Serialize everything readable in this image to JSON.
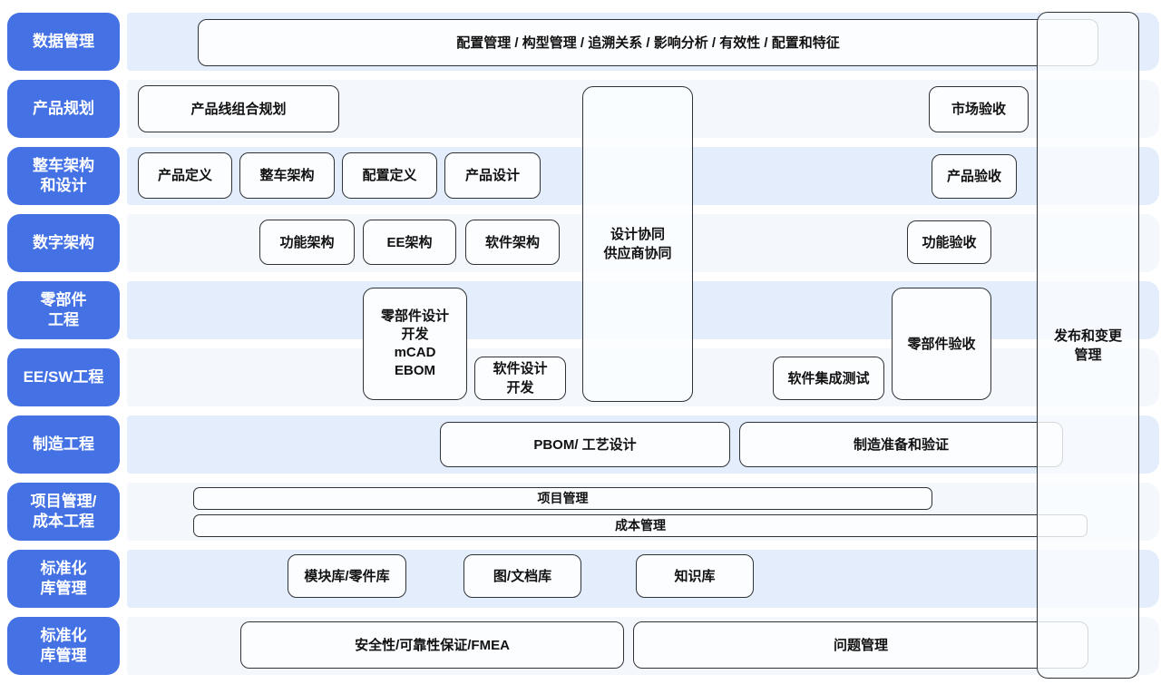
{
  "diagram_title": "PLM capability matrix (automotive product lifecycle)",
  "palette": {
    "row_label_bg": "#4472e4",
    "row_label_text": "#ffffff",
    "band_blue": "#e3edfc",
    "band_light": "#f4f8fd",
    "box_bg": "#fcfdff",
    "box_border": "#2f3337",
    "box_text": "#111111"
  },
  "row_labels": [
    "数据管理",
    "产品规划",
    "整车架构\n和设计",
    "数字架构",
    "零部件\n工程",
    "EE/SW工程",
    "制造工程",
    "项目管理/\n成本工程",
    "标准化\n库管理",
    "标准化\n库管理"
  ],
  "boxes": {
    "data_mgmt_bar": "配置管理 / 构型管理 / 追溯关系 / 影响分析 / 有效性 / 配置和特征",
    "product_line_planning": "产品线组合规划",
    "market_acceptance": "市场验收",
    "product_definition": "产品定义",
    "vehicle_architecture": "整车架构",
    "config_definition": "配置定义",
    "product_design": "产品设计",
    "product_acceptance": "产品验收",
    "functional_architecture": "功能架构",
    "ee_architecture": "EE架构",
    "software_architecture": "软件架构",
    "functional_acceptance": "功能验收",
    "design_collaboration": "设计协同\n供应商协同",
    "parts_design": "零部件设计\n开发\nmCAD\nEBOM",
    "software_design": "软件设计\n开发",
    "software_integration_test": "软件集成测试",
    "parts_acceptance": "零部件验收",
    "pbom_process_design": "PBOM/ 工艺设计",
    "manufacturing_readiness": "制造准备和验证",
    "project_mgmt": "项目管理",
    "cost_mgmt": "成本管理",
    "module_parts_library": "模块库/零件库",
    "drawing_doc_library": "图/文档库",
    "knowledge_library": "知识库",
    "safety_reliability_fmea": "安全性/可靠性保证/FMEA",
    "issue_mgmt": "问题管理",
    "release_change_mgmt": "发布和变更\n管理"
  }
}
